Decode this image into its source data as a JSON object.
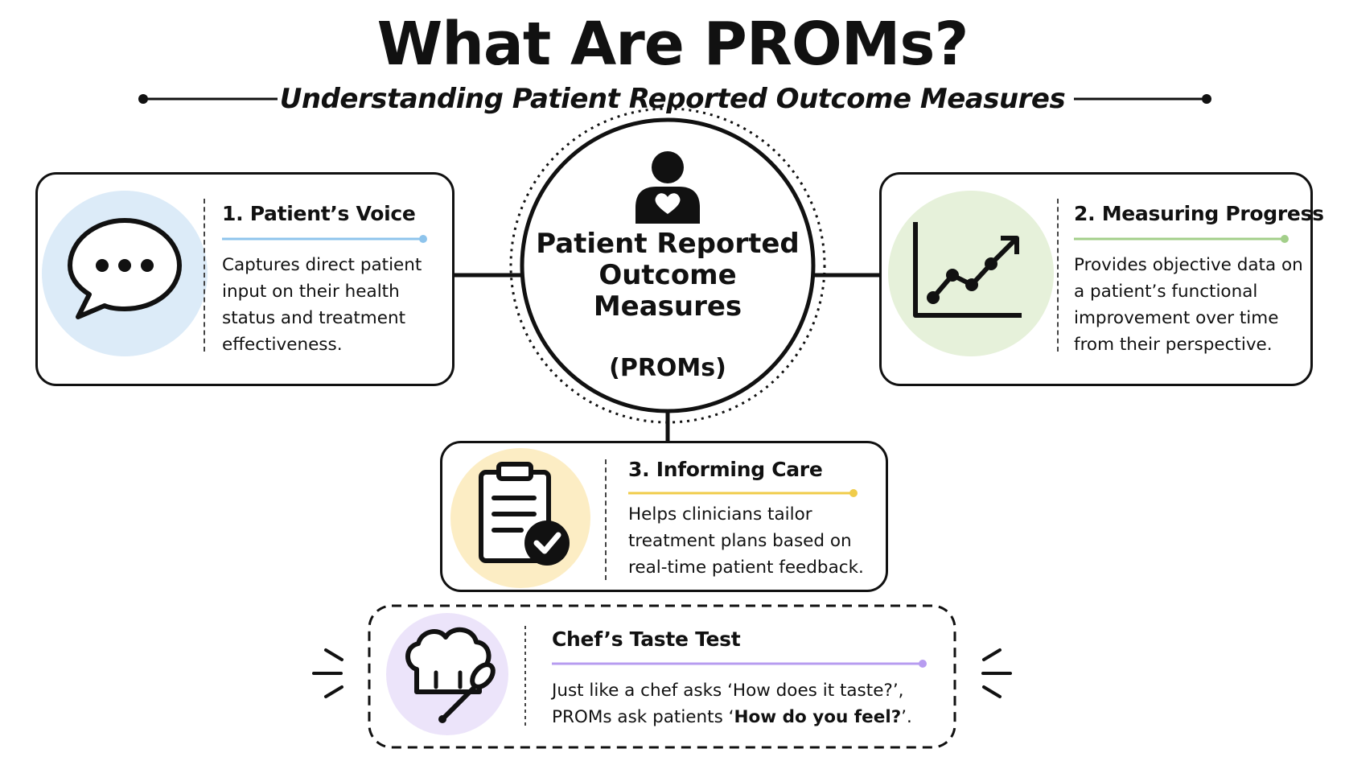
{
  "header": {
    "title": "What Are PROMs?",
    "subtitle": "Understanding Patient Reported Outcome Measures"
  },
  "center": {
    "title": "Patient Reported Outcome Measures",
    "abbr": "(PROMs)",
    "icon": "patient-heart-icon"
  },
  "cards": [
    {
      "title": "1. Patient’s Voice",
      "body": "Captures direct patient input on their health status and treatment effectiveness.",
      "icon": "speech-bubble-icon",
      "accent": "#8ec4ec",
      "tint": "#dcebf8"
    },
    {
      "title": "2. Measuring Progress",
      "body": "Provides objective data on a patient’s functional improvement over time from their perspective.",
      "icon": "line-chart-icon",
      "accent": "#a3cf8a",
      "tint": "#e6f1da"
    },
    {
      "title": "3. Informing Care",
      "body": "Helps clinicians tailor treatment plans based on real-time patient feedback.",
      "icon": "clipboard-check-icon",
      "accent": "#f0cc4a",
      "tint": "#fcedc4"
    }
  ],
  "analogy": {
    "title": "Chef’s Taste Test",
    "line1": "Just like a chef asks ‘How does it taste?’,",
    "line2_prefix": "PROMs ask patients ‘",
    "line2_emph": "How do you feel?",
    "line2_suffix": "’.",
    "icon": "chef-hat-spoon-icon",
    "accent": "#b79cf0",
    "tint": "#ece4fa"
  }
}
